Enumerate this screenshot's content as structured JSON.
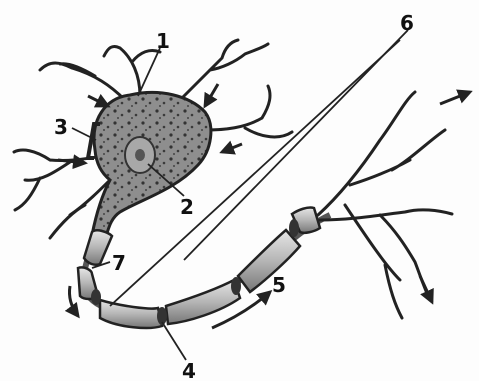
{
  "labels": {
    "l1": "1",
    "l2": "2",
    "l3": "3",
    "l4": "4",
    "l5": "5",
    "l6": "6",
    "l7": "7"
  },
  "colors": {
    "outline": "#222222",
    "soma_fill": "#9c9c9c",
    "myelin_fill": "#b5b5b5",
    "myelin_highlight": "#e6e6e6",
    "background": "#fdfdfd"
  }
}
